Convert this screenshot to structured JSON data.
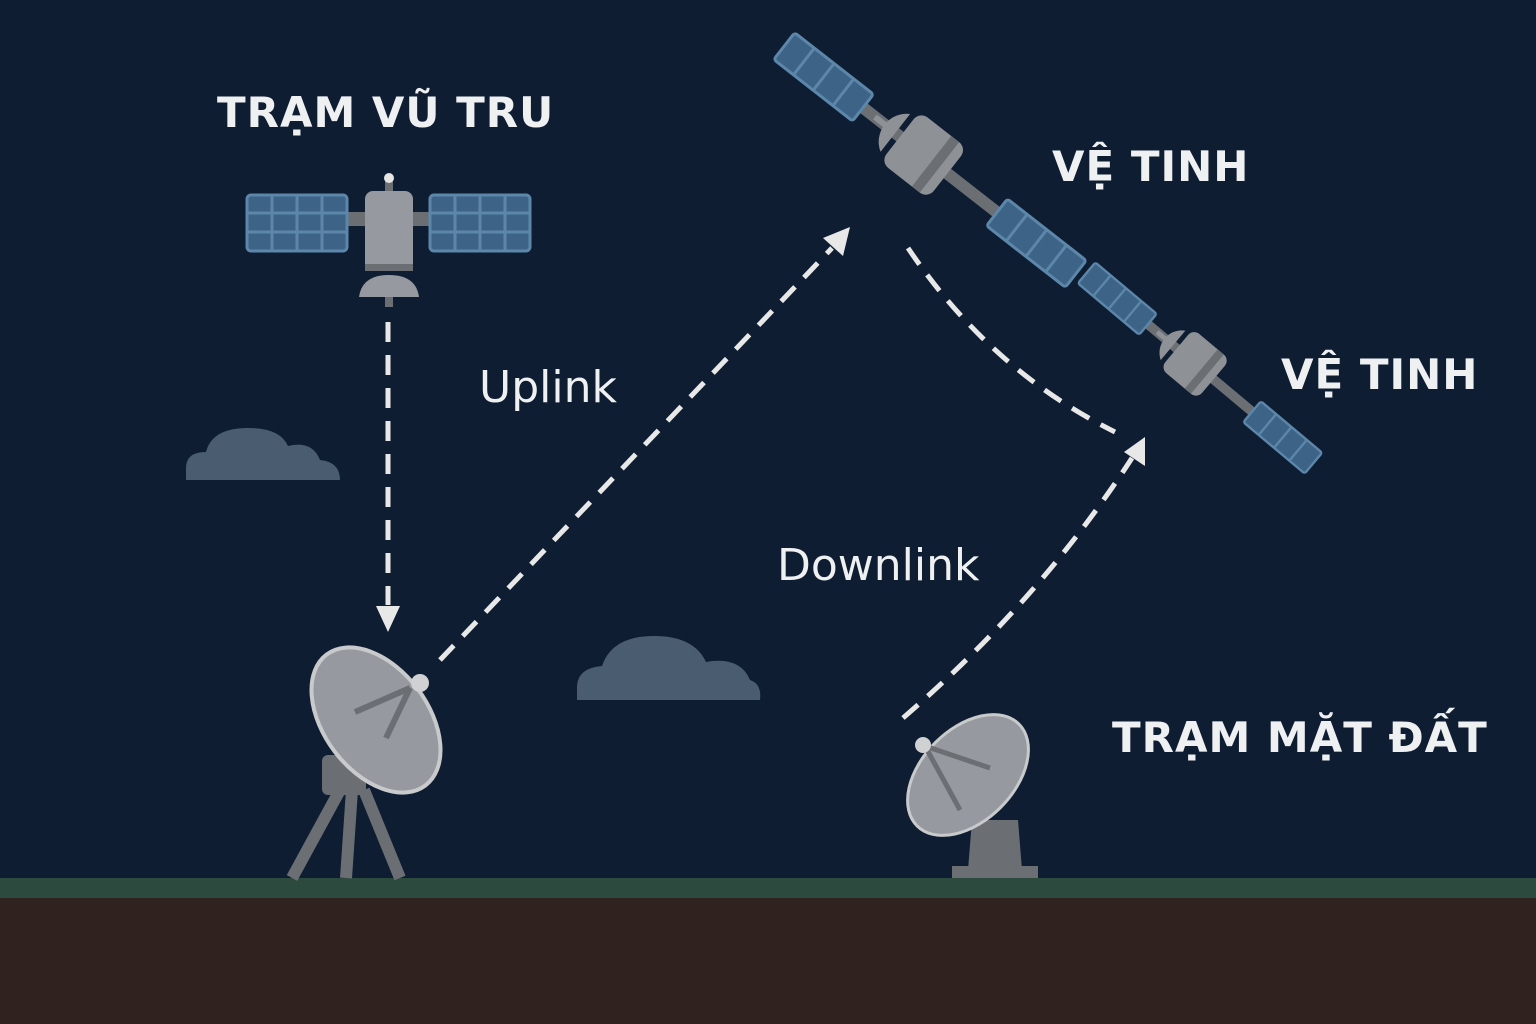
{
  "labels": {
    "space_station": "TRẠM VŨ TRU",
    "satellite_1": "VỆ TINH",
    "satellite_2": "VỆ TINH",
    "ground_station": "TRẠM MẶT ĐẤT",
    "uplink": "Uplink",
    "downlink": "Downlink"
  },
  "colors": {
    "sky": "#0e1d31",
    "panel": "#3d6486",
    "body": "#8e9297",
    "cloud": "#4a5d70",
    "ground_strip": "#2d4a3f",
    "ground": "#30231f",
    "dash": "#e8e8e8"
  }
}
